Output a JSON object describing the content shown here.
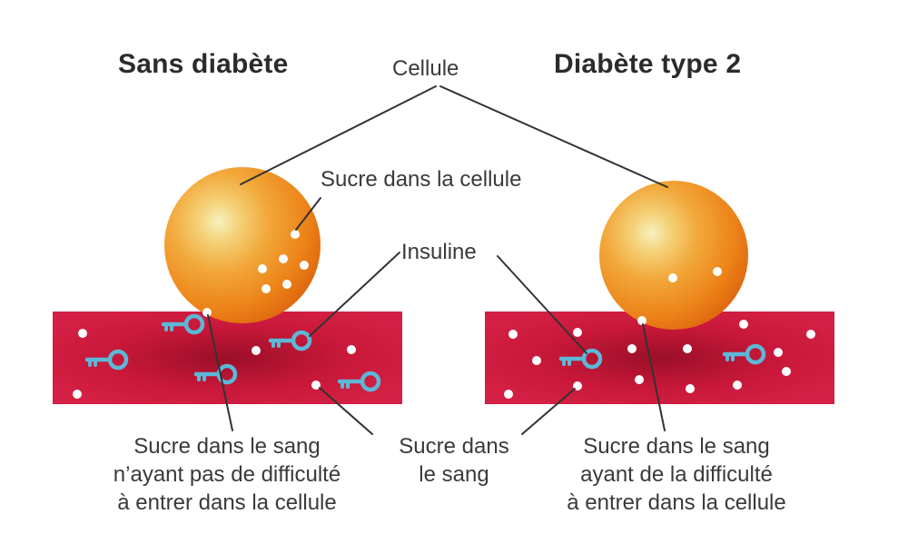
{
  "headings": {
    "left": "Sans diabète",
    "right": "Diabète type 2"
  },
  "labels": {
    "cell": "Cellule",
    "sugar_in_cell": "Sucre dans la cellule",
    "insulin": "Insuline",
    "sugar_blood_easy": [
      "Sucre dans le sang",
      "n’ayant pas de difficulté",
      "à entrer dans la cellule"
    ],
    "sugar_blood": [
      "Sucre dans",
      "le sang"
    ],
    "sugar_blood_hard": [
      "Sucre dans le sang",
      "ayant de la difficulté",
      "à entrer dans la cellule"
    ]
  },
  "colors": {
    "cell_outer": "#f08a1c",
    "cell_highlight": "#fff3b0",
    "vessel": "#c0142f",
    "vessel_dark": "#7e0a1e",
    "insulin_key": "#5db8d8",
    "sugar_dot": "#ffffff",
    "leader_line": "#333333"
  }
}
